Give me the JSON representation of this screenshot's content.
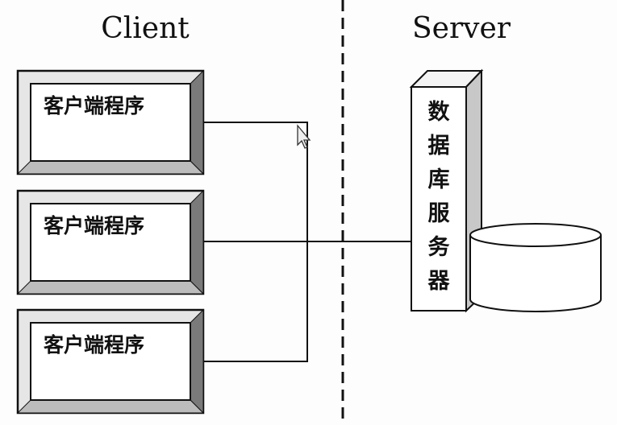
{
  "titles": {
    "client": "Client",
    "server": "Server"
  },
  "clients": [
    {
      "label": "客户端程序"
    },
    {
      "label": "客户端程序"
    },
    {
      "label": "客户端程序"
    }
  ],
  "server": {
    "chars": [
      "数",
      "据",
      "库",
      "服",
      "务",
      "器"
    ]
  },
  "colors": {
    "stroke": "#111111",
    "bevel_dark": "#7a7a7a",
    "bevel_mid": "#bcbcbc",
    "bevel_light": "#e6e6e6",
    "tower_side": "#c8c8c8"
  }
}
